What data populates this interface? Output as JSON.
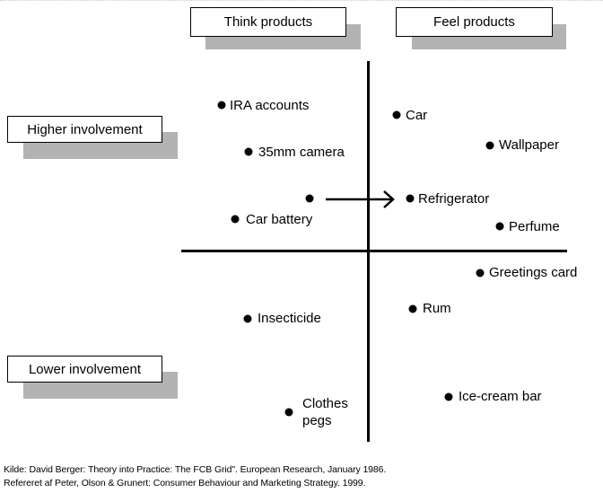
{
  "headers": {
    "think": "Think products",
    "feel": "Feel products",
    "higher": "Higher involvement",
    "lower": "Lower involvement"
  },
  "items": {
    "ira": "IRA accounts",
    "car": "Car",
    "camera": "35mm camera",
    "wallpaper": "Wallpaper",
    "refrigerator": "Refrigerator",
    "car_battery": "Car battery",
    "perfume": "Perfume",
    "greetings": "Greetings card",
    "rum": "Rum",
    "insecticide": "Insecticide",
    "icecream": "Ice-cream bar",
    "pegs_line1": "Clothes",
    "pegs_line2": "pegs"
  },
  "footer": {
    "line1": "Kilde: David Berger: Theory into Practice: The FCB Grid\". European Research, January 1986.",
    "line2": "Refereret af Peter, Olson & Grunert: Consumer Behaviour and Marketing Strategy. 1999."
  }
}
